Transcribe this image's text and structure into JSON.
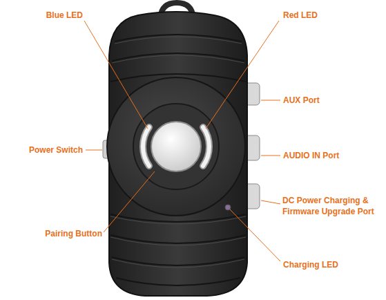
{
  "diagram": {
    "labels": [
      "Blue LED",
      "Red LED",
      "AUX Port",
      "Power Switch",
      "AUDIO IN Port",
      "DC Power Charging & Firmware Upgrade Port",
      "Pairing Button",
      "Charging LED"
    ]
  }
}
